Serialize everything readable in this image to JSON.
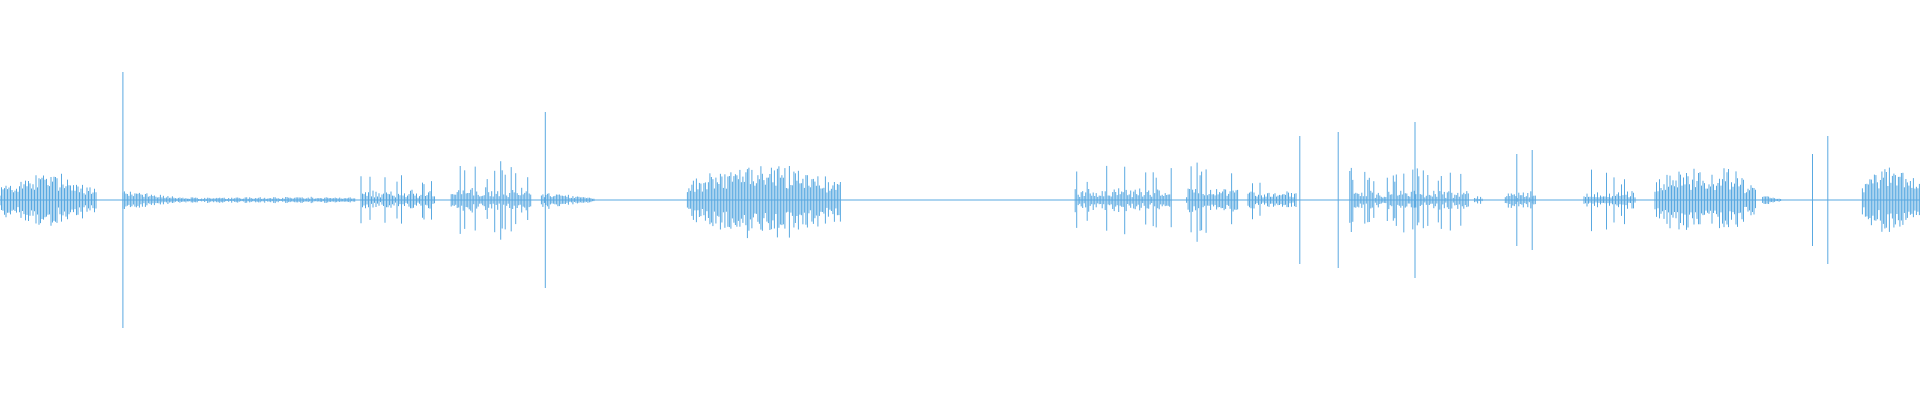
{
  "waveform": {
    "color": "#5aa9e1",
    "background": "#ffffff",
    "segments": [
      {
        "start": 0.0,
        "end": 0.05,
        "level": 0.13,
        "kind": "dense"
      },
      {
        "start": 0.064,
        "end": 0.098,
        "level": 0.05,
        "kind": "taper"
      },
      {
        "start": 0.098,
        "end": 0.185,
        "level": 0.015,
        "kind": "ripple"
      },
      {
        "start": 0.188,
        "end": 0.227,
        "level": 0.15,
        "kind": "burst"
      },
      {
        "start": 0.235,
        "end": 0.277,
        "level": 0.2,
        "kind": "burst"
      },
      {
        "start": 0.282,
        "end": 0.31,
        "level": 0.045,
        "kind": "taper"
      },
      {
        "start": 0.358,
        "end": 0.438,
        "level": 0.18,
        "kind": "dense"
      },
      {
        "start": 0.56,
        "end": 0.61,
        "level": 0.18,
        "kind": "burst"
      },
      {
        "start": 0.618,
        "end": 0.645,
        "level": 0.2,
        "kind": "burst"
      },
      {
        "start": 0.65,
        "end": 0.675,
        "level": 0.14,
        "kind": "burst"
      },
      {
        "start": 0.703,
        "end": 0.765,
        "level": 0.15,
        "kind": "burst"
      },
      {
        "start": 0.768,
        "end": 0.772,
        "level": 0.06,
        "kind": "burst"
      },
      {
        "start": 0.784,
        "end": 0.8,
        "level": 0.04,
        "kind": "ripple"
      },
      {
        "start": 0.825,
        "end": 0.852,
        "level": 0.15,
        "kind": "burst"
      },
      {
        "start": 0.862,
        "end": 0.915,
        "level": 0.17,
        "kind": "dense"
      },
      {
        "start": 0.918,
        "end": 0.928,
        "level": 0.03,
        "kind": "taper"
      },
      {
        "start": 0.97,
        "end": 1.0,
        "level": 0.16,
        "kind": "dense"
      }
    ],
    "spikes": [
      {
        "at": 0.064,
        "up": 0.64,
        "down": 0.64
      },
      {
        "at": 0.284,
        "up": 0.44,
        "down": 0.44
      },
      {
        "at": 0.677,
        "up": 0.32,
        "down": 0.32
      },
      {
        "at": 0.697,
        "up": 0.34,
        "down": 0.34
      },
      {
        "at": 0.737,
        "up": 0.39,
        "down": 0.39
      },
      {
        "at": 0.79,
        "up": 0.23,
        "down": 0.23
      },
      {
        "at": 0.798,
        "up": 0.25,
        "down": 0.25
      },
      {
        "at": 0.944,
        "up": 0.23,
        "down": 0.23
      },
      {
        "at": 0.952,
        "up": 0.32,
        "down": 0.32
      }
    ]
  }
}
